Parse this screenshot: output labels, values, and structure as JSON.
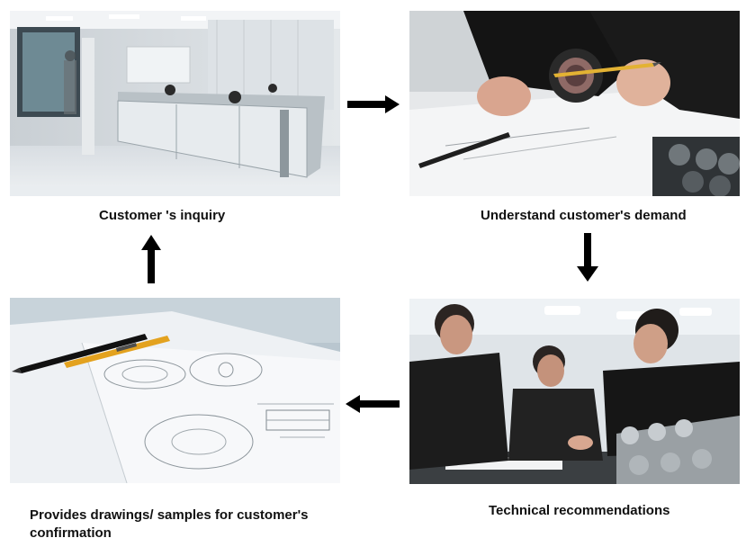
{
  "steps": [
    {
      "label": "Customer 's inquiry",
      "scene": "office-photo"
    },
    {
      "label": "Understand customer's demand",
      "scene": "bearing-inspection-photo"
    },
    {
      "label": "Technical recommendations",
      "scene": "team-discussion-photo"
    },
    {
      "label": "Provides drawings/ samples for customer's confirmation",
      "scene": "technical-drawing-photo"
    }
  ],
  "arrows": [
    {
      "from": "Customer 's inquiry",
      "to": "Understand customer's demand",
      "direction": "right",
      "icon": "arrow-right-icon"
    },
    {
      "from": "Understand customer's demand",
      "to": "Technical recommendations",
      "direction": "down",
      "icon": "arrow-down-icon"
    },
    {
      "from": "Technical recommendations",
      "to": "Provides drawings/ samples for customer's confirmation",
      "direction": "left",
      "icon": "arrow-left-icon"
    },
    {
      "from": "Provides drawings/ samples for customer's confirmation",
      "to": "Customer 's inquiry",
      "direction": "up",
      "icon": "arrow-up-icon"
    }
  ],
  "colors": {
    "arrow": "#000000",
    "text": "#111111",
    "background": "#ffffff"
  }
}
